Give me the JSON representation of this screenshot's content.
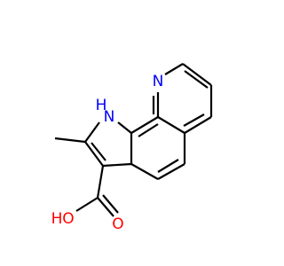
{
  "molecule": {
    "atoms": {
      "ring_n": {
        "symbol": "N",
        "color": "#0000ff"
      },
      "nh_h": {
        "symbol": "H",
        "color": "#0000ff"
      },
      "nh_n": {
        "symbol": "N",
        "color": "#0000ff"
      },
      "oh_h": {
        "symbol": "H",
        "color": "#ff0000"
      },
      "oh_o": {
        "symbol": "O",
        "color": "#ff0000"
      },
      "carbonyl_o": {
        "symbol": "O",
        "color": "#ff0000"
      }
    },
    "bond_color": "#000000"
  }
}
